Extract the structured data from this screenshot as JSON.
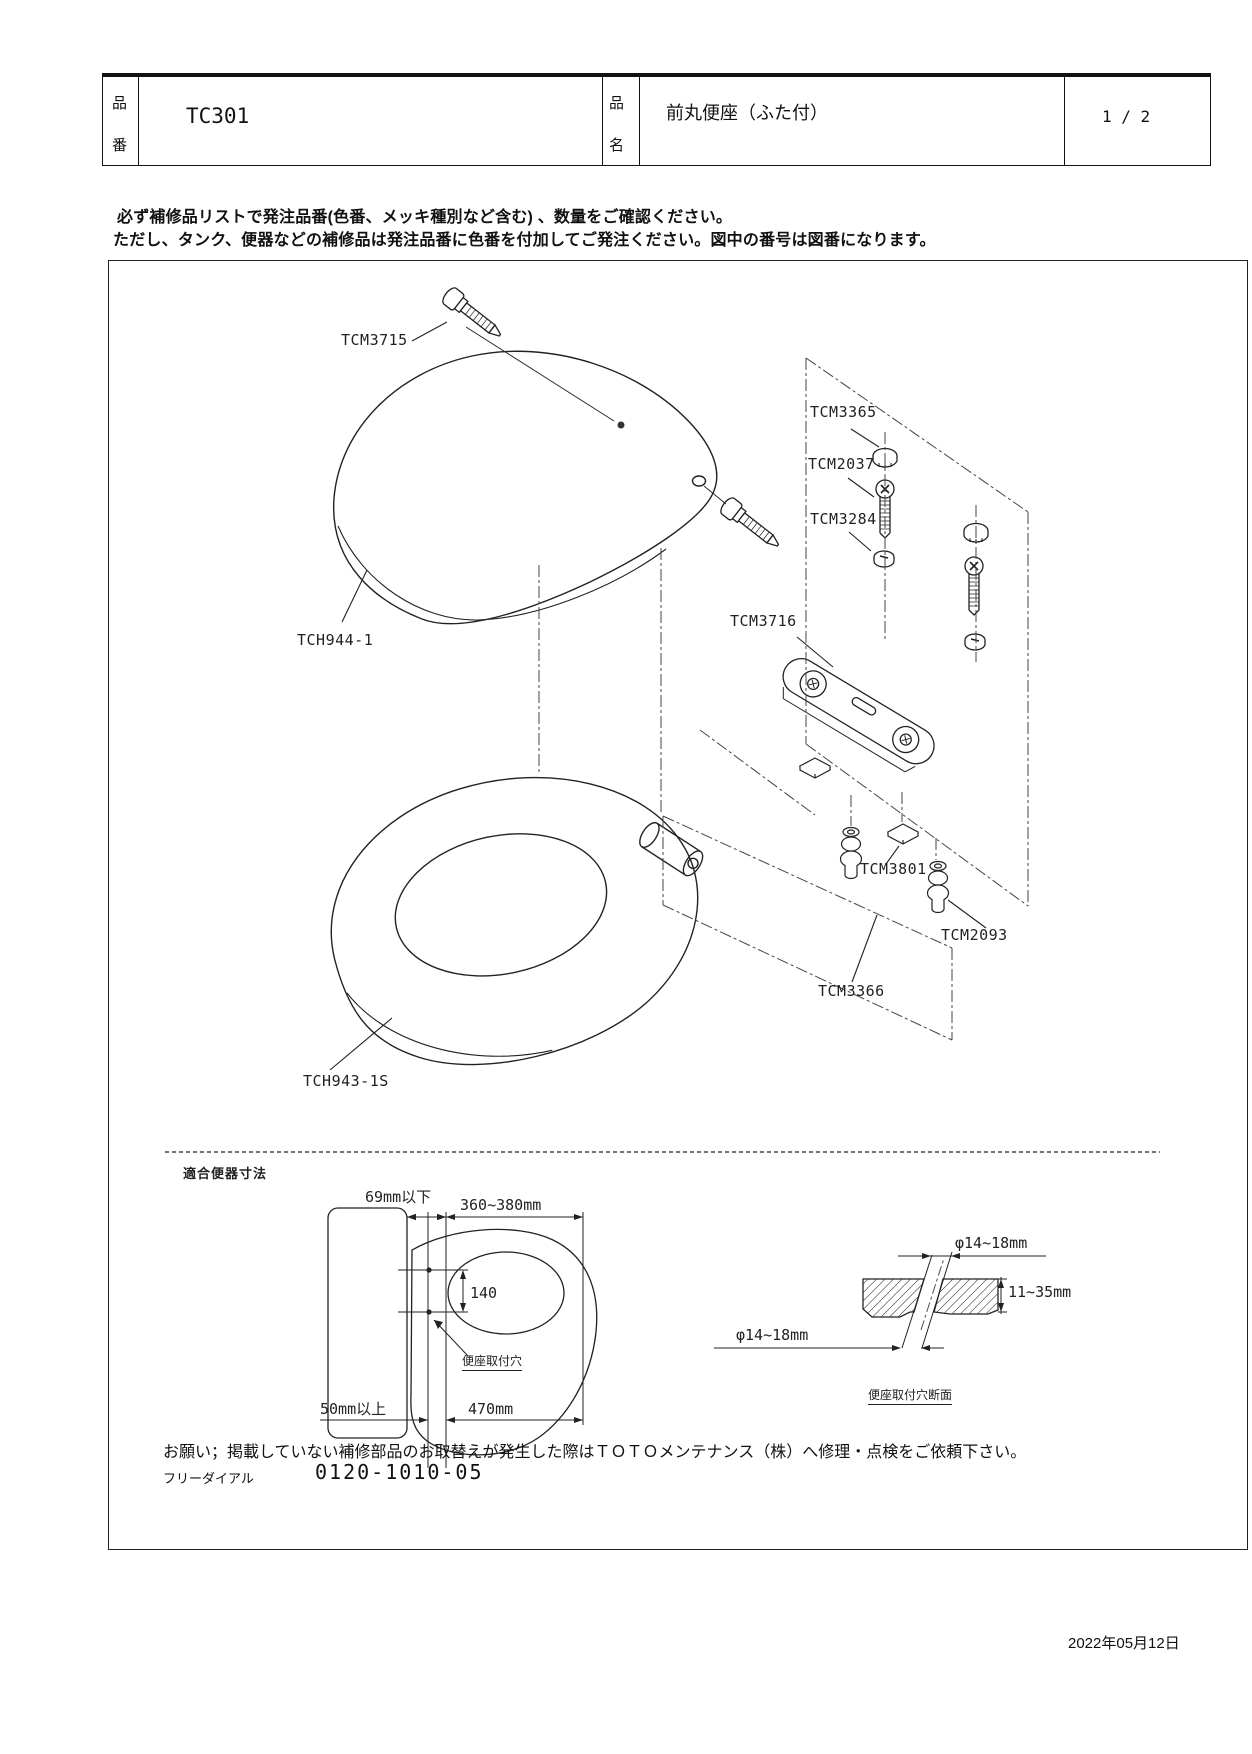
{
  "header": {
    "col1_label": "品番",
    "part_number": "TC301",
    "col2_label": "品名",
    "part_name": "前丸便座（ふた付）",
    "page_indicator": "1 / 2"
  },
  "notice": {
    "line1": "必ず補修品リストで発注品番(色番、メッキ種別など含む) 、数量をご確認ください。",
    "line2": "ただし、タンク、便器などの補修品は発注品番に色番を付加してご発注ください。図中の番号は図番になります。"
  },
  "diagram": {
    "part_labels": {
      "tcm3715": "TCM3715",
      "tcm3365": "TCM3365",
      "tcm2037": "TCM2037",
      "tcm3284": "TCM3284",
      "tcm3716": "TCM3716",
      "tch944_1": "TCH944-1",
      "tcm3801": "TCM3801",
      "tcm2093": "TCM2093",
      "tcm3366": "TCM3366",
      "tch943_1s": "TCH943-1S"
    },
    "fit_section": {
      "title": "適合便器寸法",
      "dim_front": "69mm以下",
      "dim_seat_length": "360~380mm",
      "dim_hole_pitch": "140",
      "hole_label": "便座取付穴",
      "dim_rear": "50mm以上",
      "dim_total": "470mm",
      "dim_hole_dia_top": "φ14~18mm",
      "dim_thickness": "11~35mm",
      "dim_hole_dia_bottom": "φ14~18mm",
      "section_label": "便座取付穴断面"
    }
  },
  "footer": {
    "request_note": "お願い；掲載していない補修部品のお取替えが発生した際はＴＯＴＯメンテナンス（株）へ修理・点検をご依頼下さい。",
    "free_dial_label": "フリーダイアル",
    "phone_number": "0120-1010-05",
    "date": "2022年05月12日"
  }
}
